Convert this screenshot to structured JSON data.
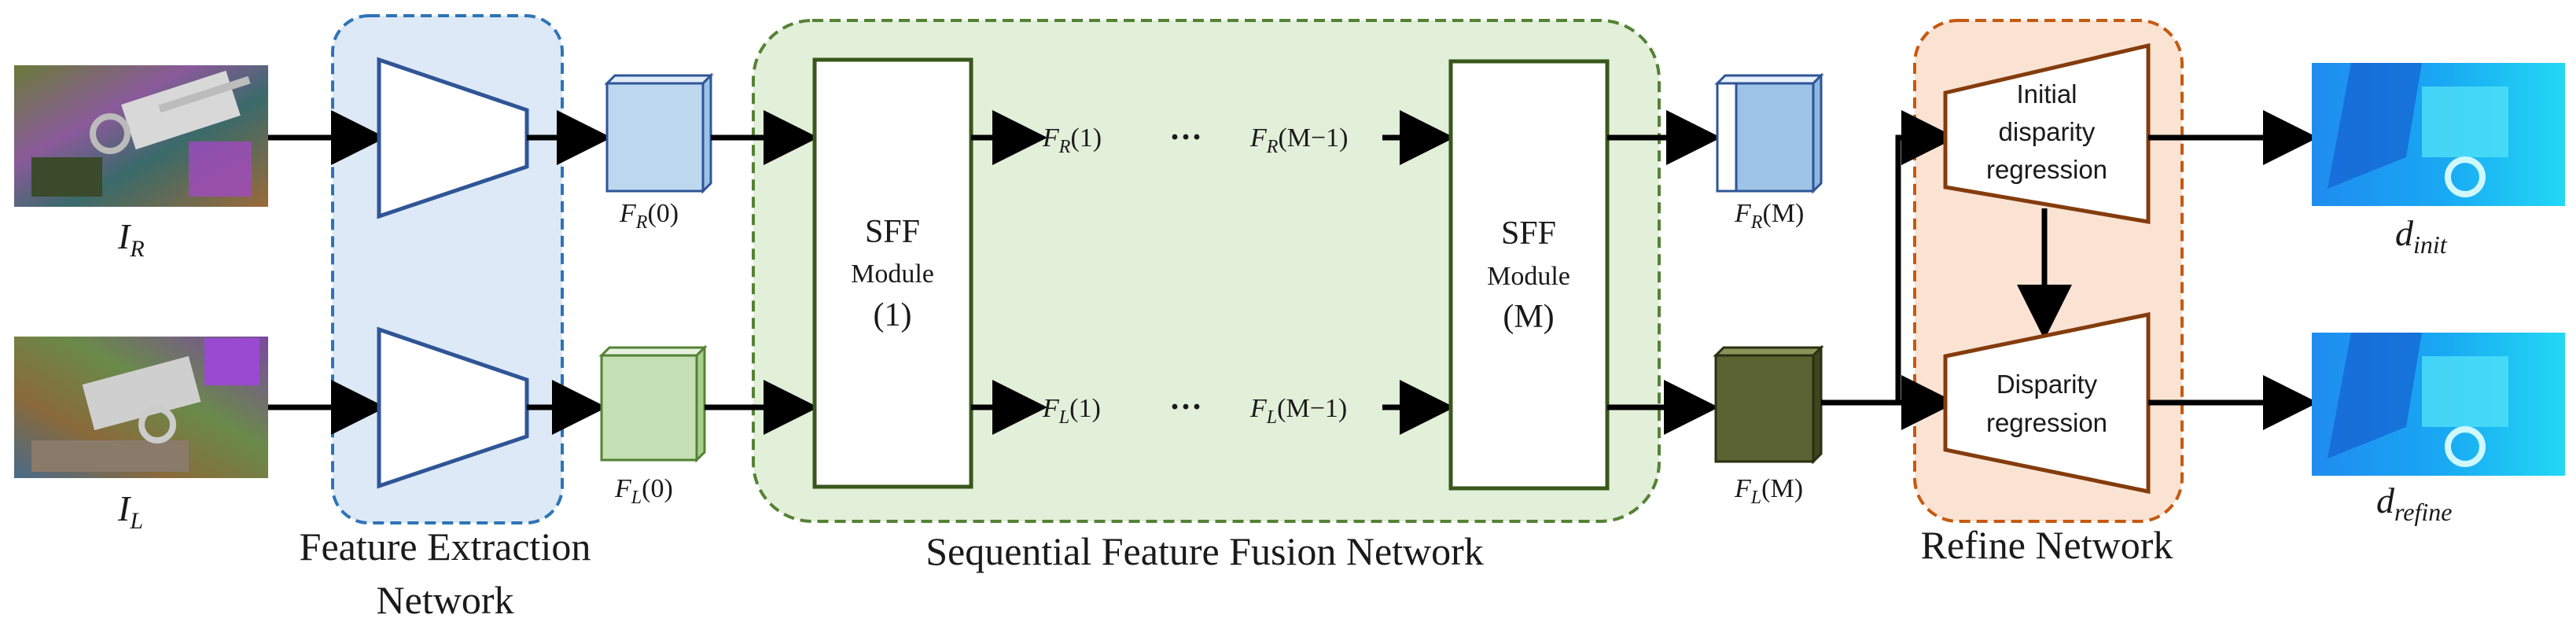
{
  "inputs": {
    "right": {
      "symbol": "I",
      "sub": "R"
    },
    "left": {
      "symbol": "I",
      "sub": "L"
    }
  },
  "groups": {
    "feature_extraction": {
      "line1": "Feature Extraction",
      "line2": "Network",
      "color": "#2e74b5"
    },
    "sff_network": {
      "label": "Sequential Feature Fusion Network",
      "color": "#548235"
    },
    "refine_network": {
      "label": "Refine Network",
      "color": "#c55a11"
    }
  },
  "features": {
    "fr0": {
      "symbol": "F",
      "sub": "R",
      "arg": "(0)"
    },
    "fl0": {
      "symbol": "F",
      "sub": "L",
      "arg": "(0)"
    },
    "fr1": {
      "symbol": "F",
      "sub": "R",
      "arg": "(1)"
    },
    "fl1": {
      "symbol": "F",
      "sub": "L",
      "arg": "(1)"
    },
    "frm1": {
      "symbol": "F",
      "sub": "R",
      "arg": "(M−1)"
    },
    "flm1": {
      "symbol": "F",
      "sub": "L",
      "arg": "(M−1)"
    },
    "frm": {
      "symbol": "F",
      "sub": "R",
      "arg": "(M)"
    },
    "flm": {
      "symbol": "F",
      "sub": "L",
      "arg": "(M)"
    },
    "ellipsis": "···"
  },
  "modules": {
    "sff1": {
      "title": "SFF",
      "sub": "Module",
      "index": "(1)"
    },
    "sffm": {
      "title": "SFF",
      "sub": "Module",
      "index": "(M)"
    }
  },
  "refine": {
    "initial": {
      "line1": "Initial",
      "line2": "disparity",
      "line3": "regression"
    },
    "refined": {
      "line1": "Disparity",
      "line2": "regression"
    }
  },
  "outputs": {
    "init": {
      "symbol": "d",
      "sub": "init"
    },
    "refine": {
      "symbol": "d",
      "sub": "refine"
    }
  },
  "colors": {
    "encoder_stroke": "#2f5597",
    "cube_blue": "#bdd7ee",
    "cube_green": "#c5e0b4",
    "cube_dark_green": "#5a6331",
    "fe_fill": "#dde9f6",
    "sff_fill": "#e2efd9",
    "refine_fill": "#fbe3d4",
    "module_stroke": "#38571a",
    "refine_stroke": "#843c0c"
  }
}
